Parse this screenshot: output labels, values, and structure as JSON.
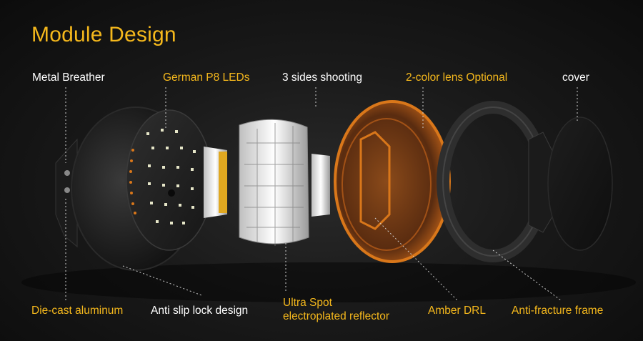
{
  "title": "Module Design",
  "labels": {
    "metal_breather": "Metal Breather",
    "german_leds": "German P8 LEDs",
    "three_sides": "3 sides shooting",
    "two_color_lens": "2-color lens Optional",
    "cover": "cover",
    "die_cast": "Die-cast aluminum",
    "anti_slip": "Anti slip lock design",
    "reflector_line1": "Ultra Spot",
    "reflector_line2": "electroplated reflector",
    "amber_drl": "Amber DRL",
    "anti_fracture": "Anti-fracture frame"
  },
  "colors": {
    "accent": "#f5b81c",
    "text": "#ffffff",
    "background": "#1a1a1a",
    "amber_lens": "#d9771a"
  }
}
